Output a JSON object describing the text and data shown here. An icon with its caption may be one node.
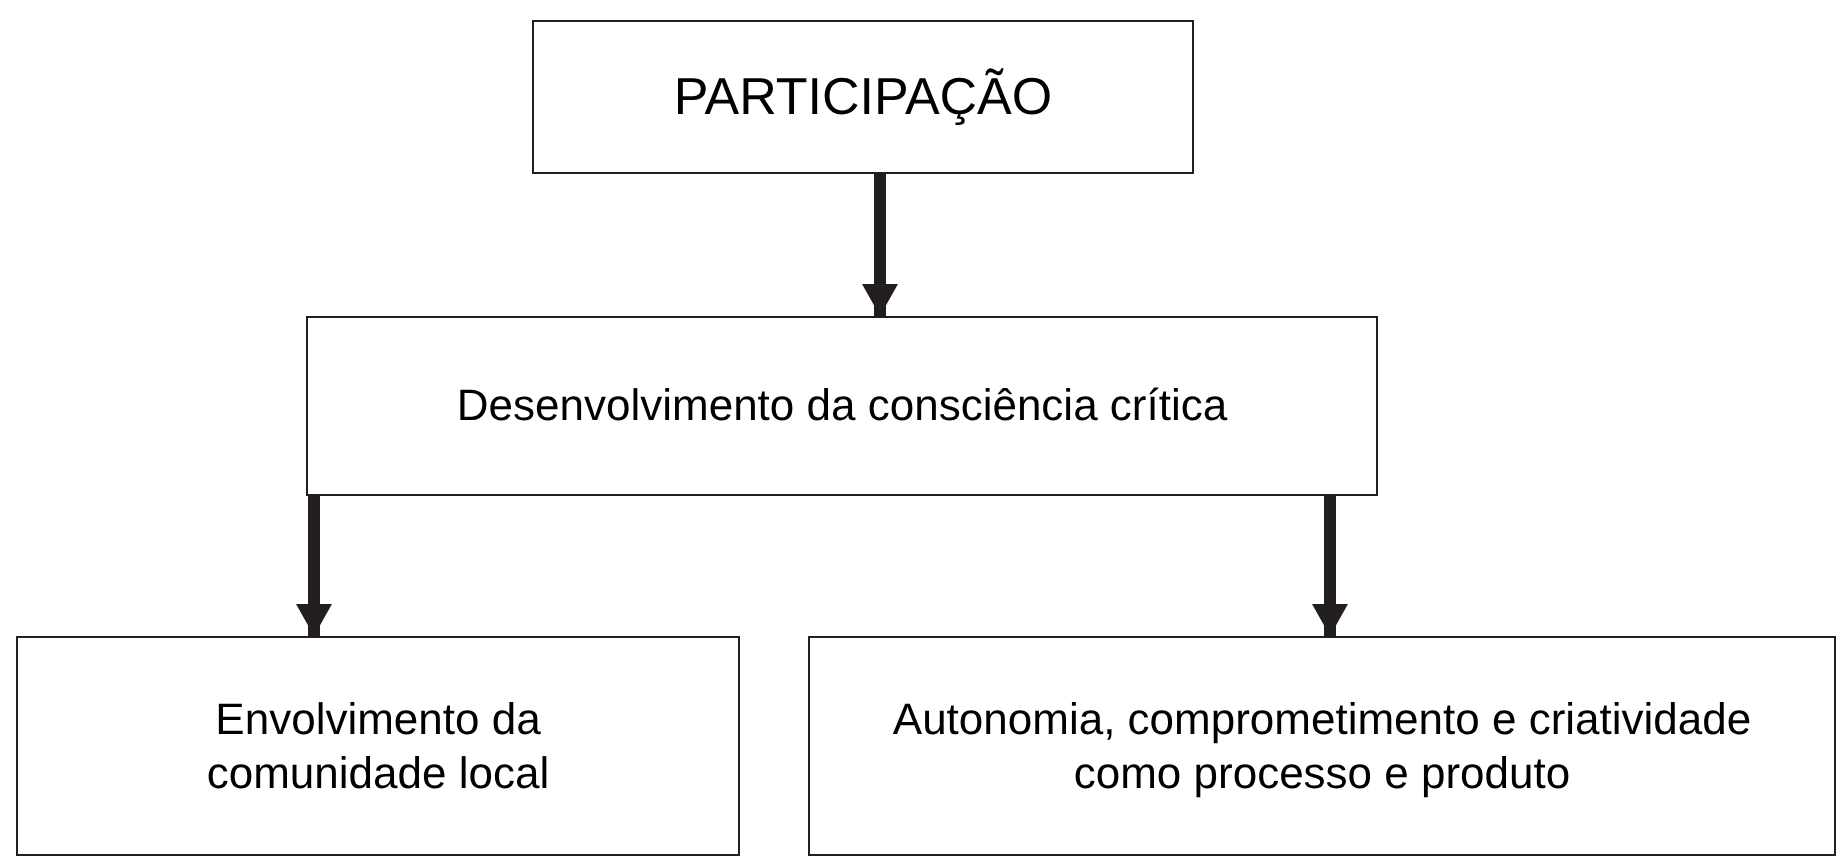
{
  "diagram": {
    "nodes": [
      {
        "text": [
          "PARTICIPAÇÃO"
        ]
      },
      {
        "text": [
          "Desenvolvimento da consciência crítica"
        ]
      },
      {
        "text": [
          "Envolvimento da comunidade local"
        ]
      },
      {
        "text": [
          "Autonomia, comprometimento e criatividade como processo e produto"
        ]
      }
    ],
    "edges": [
      {
        "from": 0,
        "to": 1,
        "arrow": "to"
      },
      {
        "from": 1,
        "to": 2,
        "arrow": "to"
      },
      {
        "from": 1,
        "to": 3,
        "arrow": "to"
      }
    ]
  }
}
